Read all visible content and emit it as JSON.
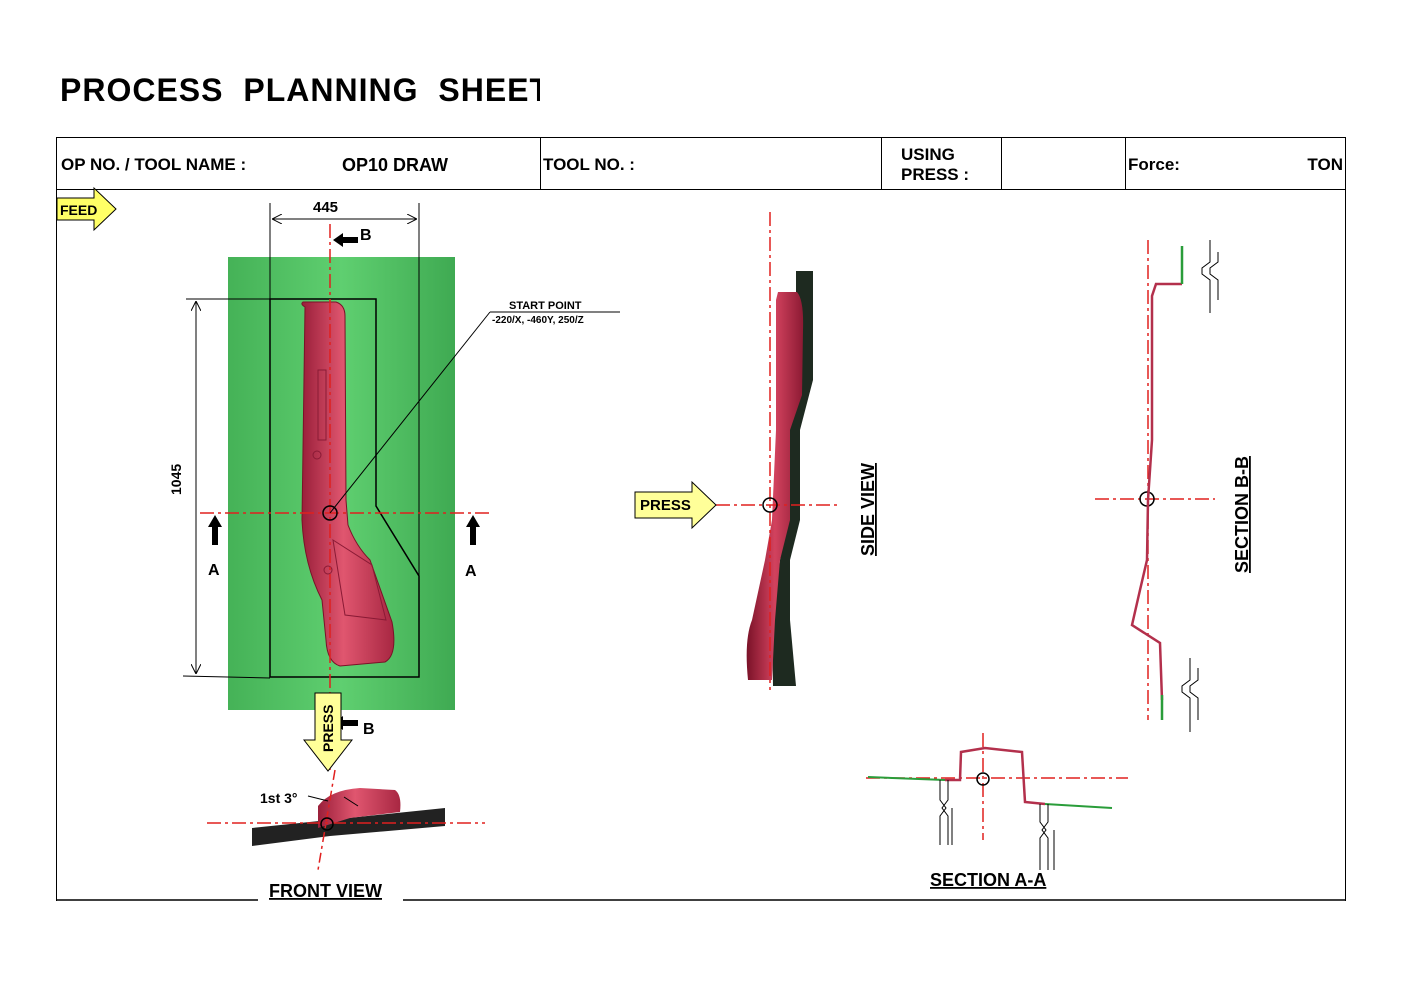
{
  "title": "PROCESS  PLANNING  SHEET",
  "header": {
    "op_label": "OP NO. / TOOL NAME :",
    "op_value": "OP10 DRAW",
    "tool_label": "TOOL NO. :",
    "press_label_1": "USING",
    "press_label_2": "PRESS :",
    "press_value": "",
    "force_label": "Force:",
    "force_unit": "TON"
  },
  "plan_view": {
    "feed": "FEED",
    "width_dim": "445",
    "length_dim": "1045",
    "section_b": "B",
    "section_a": "A",
    "start_point_label": "START POINT",
    "start_point_coords": "-220/X, -460Y, 250/Z",
    "press": "PRESS"
  },
  "front_view": {
    "angle": "1st 3°",
    "label": "FRONT VIEW"
  },
  "side_view": {
    "press": "PRESS",
    "label": "SIDE  VIEW"
  },
  "section_bb": {
    "label": "SECTION B-B"
  },
  "section_aa": {
    "label": "SECTION A-A"
  },
  "colors": {
    "part": "#c8385a",
    "blank": "#4dbb5f",
    "centerline": "#e0201f",
    "arrow_fill": "#ffff66",
    "press_fill": "#ffff99"
  }
}
